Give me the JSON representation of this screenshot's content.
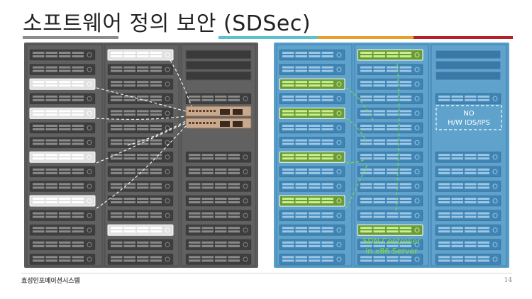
{
  "title": "소프트웨어 정의 보안 (SDSec)",
  "labels": {
    "no_hw_ids": [
      "NO",
      "H/W IDS/IPS"
    ],
    "sdn_controller": [
      "SDN Controller",
      "in x86 Server"
    ]
  },
  "footer": {
    "company": "효성인포메이션시스템",
    "page_number": "14"
  },
  "colors": {
    "rule": [
      "#8c8c8c",
      "#5bc2c9",
      "#e8a02a",
      "#b5202a"
    ],
    "legacy_panel": "#5c5c5c",
    "legacy_server": "#4a4a4a",
    "legacy_highlight": "#ffffff",
    "sdn_panel": "#5a9ec9",
    "sdn_server": "#3f84b5",
    "sdn_highlight": "#8fc25a",
    "sdn_label": "#7fdc3a"
  }
}
